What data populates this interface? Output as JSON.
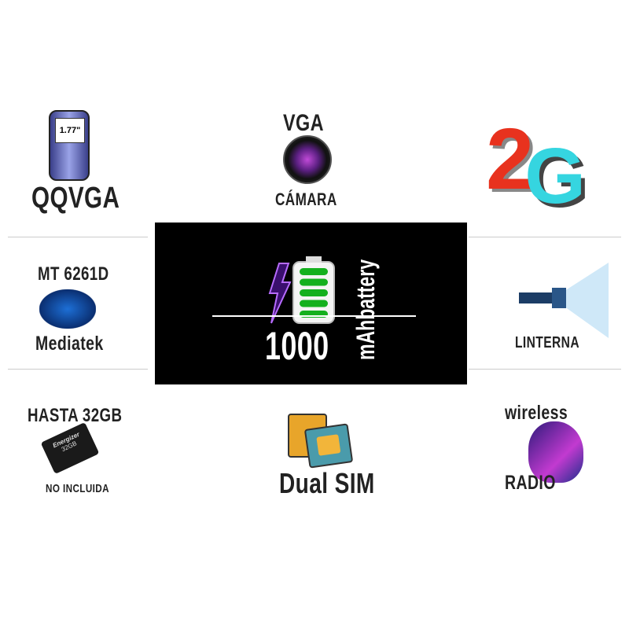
{
  "features": {
    "display": {
      "label": "QQVGA",
      "screen_size": "1.77\""
    },
    "camera": {
      "top": "VGA",
      "bottom": "CÁMARA"
    },
    "network": {
      "label": "2G"
    },
    "processor": {
      "top": "MT 6261D",
      "bottom": "Mediatek"
    },
    "flashlight": {
      "label": "LINTERNA"
    },
    "memory": {
      "top": "HASTA 32GB",
      "bottom": "NO INCLUIDA",
      "card_brand": "Energizer",
      "card_size": "32GB"
    },
    "sim": {
      "label": "Dual SIM"
    },
    "radio": {
      "top": "wireless",
      "bottom": "RADIO"
    }
  },
  "battery": {
    "capacity": "1000",
    "unit": "mAh",
    "word": "battery",
    "level_fraction": 1.0
  },
  "colors": {
    "battery_green": "#14b01e",
    "bolt_purple": "#7a2cc9",
    "two_red": "#e8321e",
    "g_cyan": "#35d5e0"
  }
}
